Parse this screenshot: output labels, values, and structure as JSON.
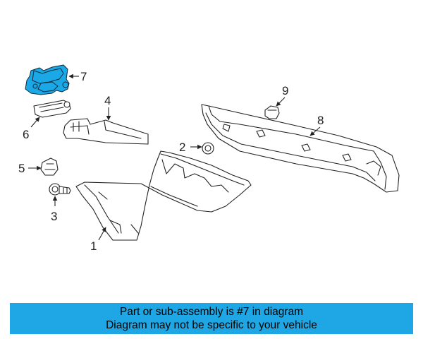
{
  "diagram": {
    "callouts": {
      "c1": "1",
      "c2": "2",
      "c3": "3",
      "c4": "4",
      "c5": "5",
      "c6": "6",
      "c7": "7",
      "c8": "8",
      "c9": "9"
    },
    "highlighted_part": "7",
    "colors": {
      "highlight": "#1aa8e6",
      "banner": "#1ea7e4"
    }
  },
  "banner": {
    "line1": "Part or sub-assembly is #7 in diagram",
    "line2": "Diagram may not be specific to your vehicle"
  }
}
